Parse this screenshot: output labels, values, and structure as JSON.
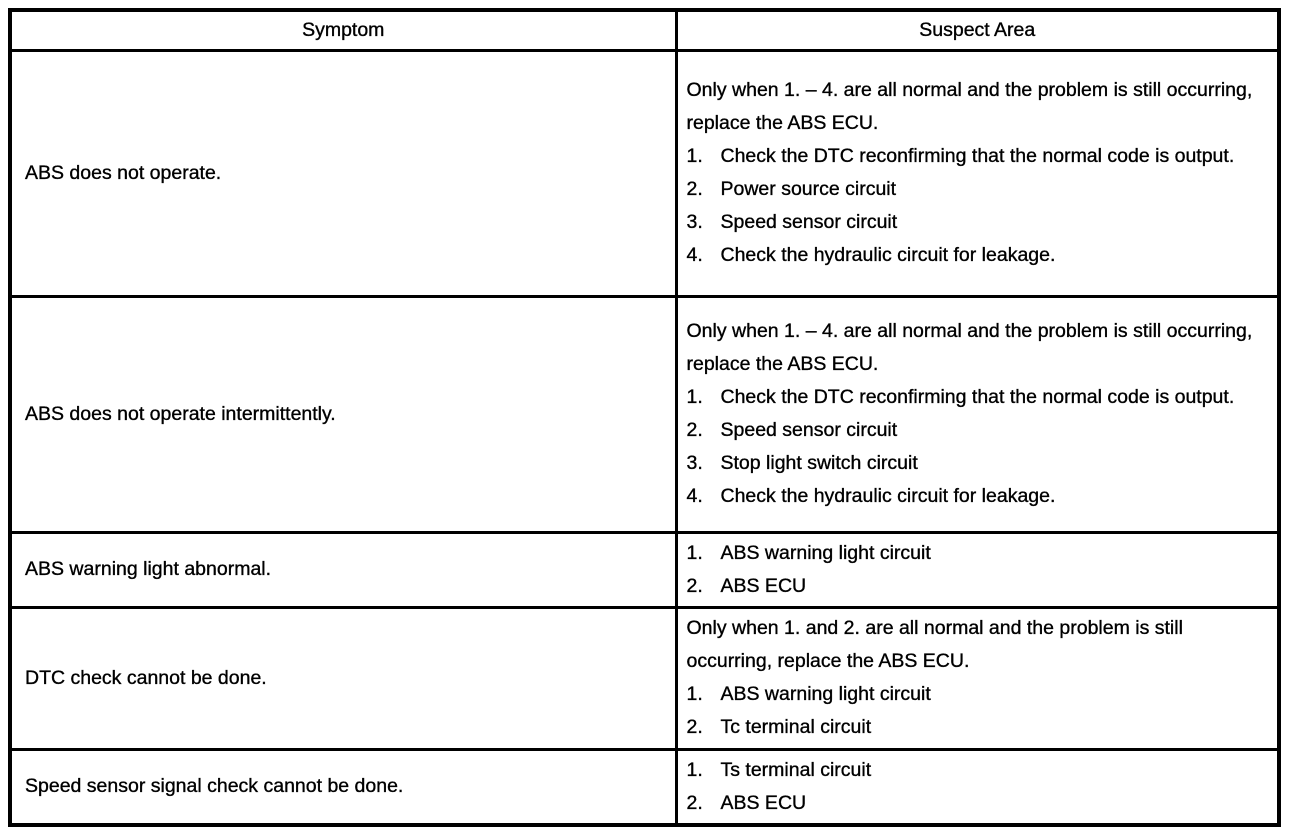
{
  "colors": {
    "ink": "#000000",
    "paper": "#ffffff"
  },
  "document": {
    "table": {
      "columns": [
        {
          "label": "Symptom"
        },
        {
          "label": "Suspect Area"
        }
      ],
      "rows": [
        {
          "symptom": "ABS does not operate.",
          "intro": "Only when 1. – 4. are all normal and the problem is still occurring, replace the ABS ECU.",
          "items": [
            {
              "num": "1.",
              "text": "Check the DTC reconfirming that the normal code is output."
            },
            {
              "num": "2.",
              "text": "Power source circuit"
            },
            {
              "num": "3.",
              "text": "Speed sensor circuit"
            },
            {
              "num": "4.",
              "text": "Check the hydraulic circuit for leakage."
            }
          ]
        },
        {
          "symptom": "ABS does not operate intermittently.",
          "intro": "Only when 1. – 4. are all normal and the problem is still occurring, replace the ABS ECU.",
          "items": [
            {
              "num": "1.",
              "text": "Check the DTC reconfirming that the normal code is output."
            },
            {
              "num": "2.",
              "text": "Speed sensor circuit"
            },
            {
              "num": "3.",
              "text": "Stop light switch circuit"
            },
            {
              "num": "4.",
              "text": "Check the hydraulic circuit for leakage."
            }
          ]
        },
        {
          "symptom": "ABS warning light abnormal.",
          "items": [
            {
              "num": "1.",
              "text": "ABS warning light circuit"
            },
            {
              "num": "2.",
              "text": "ABS ECU"
            }
          ]
        },
        {
          "symptom": "DTC check cannot be done.",
          "intro": "Only when 1. and 2. are all normal and the problem is still occurring, replace the ABS ECU.",
          "items": [
            {
              "num": "1.",
              "text": "ABS warning light circuit"
            },
            {
              "num": "2.",
              "text": "Tc terminal circuit"
            }
          ]
        },
        {
          "symptom": "Speed sensor signal check cannot be done.",
          "items": [
            {
              "num": "1.",
              "text": "Ts terminal circuit"
            },
            {
              "num": "2.",
              "text": "ABS ECU"
            }
          ]
        }
      ]
    }
  }
}
